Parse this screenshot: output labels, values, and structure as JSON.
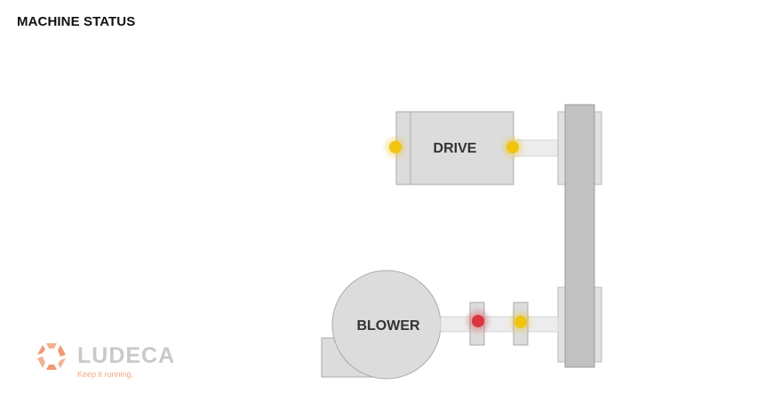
{
  "header": {
    "title": "MACHINE STATUS"
  },
  "diagram": {
    "components": {
      "drive": {
        "label": "DRIVE"
      },
      "blower": {
        "label": "BLOWER"
      }
    },
    "indicators": [
      {
        "id": "drive-outboard",
        "status": "warning",
        "color": "#f1c40f"
      },
      {
        "id": "drive-inboard",
        "status": "warning",
        "color": "#f1c40f"
      },
      {
        "id": "blower-inboard",
        "status": "alarm",
        "color": "#d9363e"
      },
      {
        "id": "blower-outboard",
        "status": "warning",
        "color": "#f1c40f"
      }
    ]
  },
  "brand": {
    "logo_icon": "ludeca-hexagon-logo-icon",
    "name": "LUDECA",
    "tagline": "Keep it running.",
    "accent_color": "#f2a987"
  }
}
